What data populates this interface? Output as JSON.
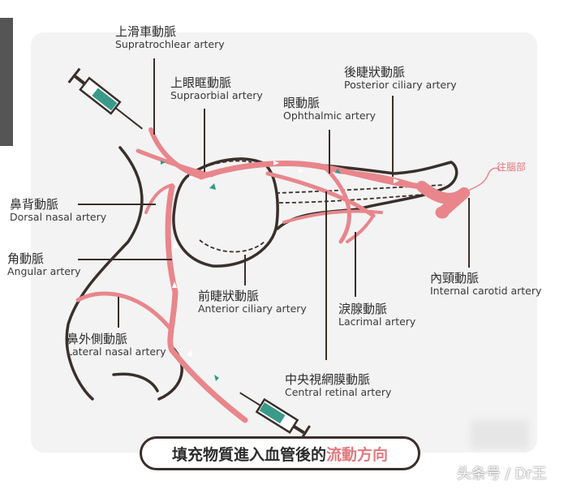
{
  "labels": {
    "supratrochlear": {
      "zh": "上滑車動脈",
      "en": "Supratrochlear artery"
    },
    "supraorbital": {
      "zh": "上眼眶動脈",
      "en": "Supraorbial artery"
    },
    "ophthalmic": {
      "zh": "眼動脈",
      "en": "Ophthalmic artery"
    },
    "posterior_ciliary": {
      "zh": "後睫狀動脈",
      "en": "Posterior ciliary artery"
    },
    "dorsal_nasal": {
      "zh": "鼻背動脈",
      "en": "Dorsal nasal artery"
    },
    "angular": {
      "zh": "角動脈",
      "en": "Angular artery"
    },
    "anterior_ciliary": {
      "zh": "前睫狀動脈",
      "en": "Anterior ciliary artery"
    },
    "lacrimal": {
      "zh": "淚腺動脈",
      "en": "Lacrimal artery"
    },
    "internal_carotid": {
      "zh": "內頸動脈",
      "en": "Internal carotid artery"
    },
    "lateral_nasal": {
      "zh": "鼻外側動脈",
      "en": "Lateral nasal artery"
    },
    "central_retinal": {
      "zh": "中央視網膜動脈",
      "en": "Central retinal artery"
    }
  },
  "brain_label": "往腦部",
  "caption": {
    "dark": "填充物質進入血管後的",
    "accent": "流動方向"
  },
  "watermark": "头条号 / Dr王",
  "colors": {
    "artery": "#e8868c",
    "outline": "#3a2f2b",
    "syringe": "#3a9a8a",
    "flow_arrow": "#2a9d8f"
  }
}
